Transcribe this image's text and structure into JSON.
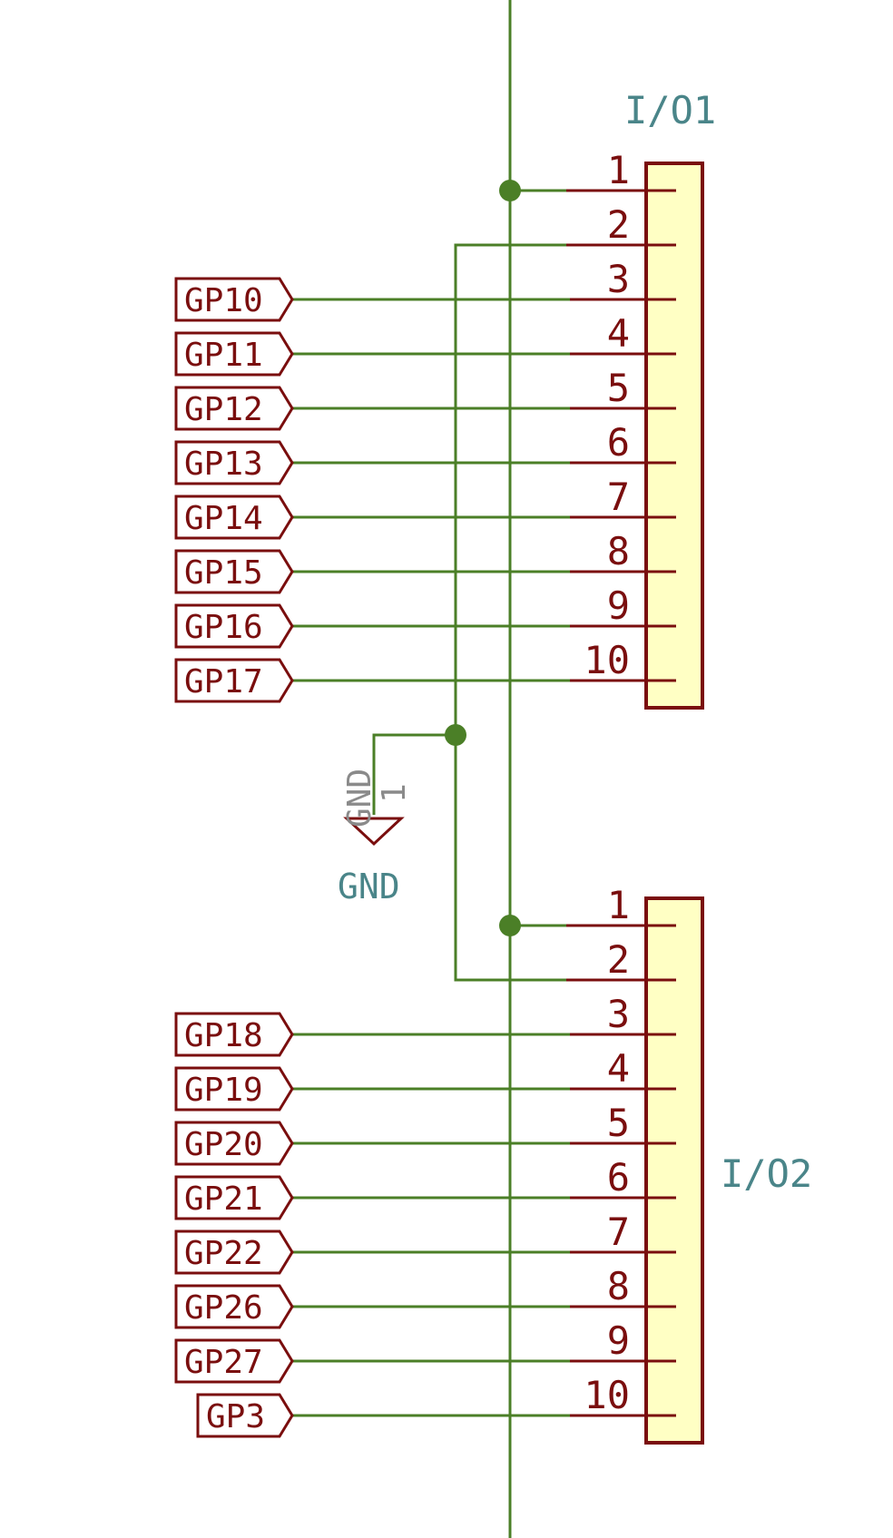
{
  "connectors": [
    {
      "reference": "I/O1",
      "pins": [
        "1",
        "2",
        "3",
        "4",
        "5",
        "6",
        "7",
        "8",
        "9",
        "10"
      ],
      "net_labels": [
        "GP10",
        "GP11",
        "GP12",
        "GP13",
        "GP14",
        "GP15",
        "GP16",
        "GP17"
      ]
    },
    {
      "reference": "I/O2",
      "pins": [
        "1",
        "2",
        "3",
        "4",
        "5",
        "6",
        "7",
        "8",
        "9",
        "10"
      ],
      "net_labels": [
        "GP18",
        "GP19",
        "GP20",
        "GP21",
        "GP22",
        "GP26",
        "GP27",
        "GP3"
      ]
    }
  ],
  "power_symbol": {
    "value": "GND",
    "ref_name": "GND",
    "ref_pin": "1"
  },
  "colors": {
    "wire": "#4b7f27",
    "component": "#7a0e0e",
    "component_fill": "#ffffc4",
    "reference": "#4a8589"
  }
}
